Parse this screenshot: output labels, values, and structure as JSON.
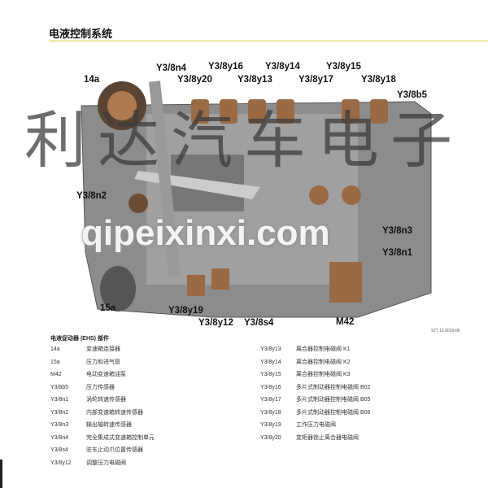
{
  "header": {
    "title": "电液控制系统"
  },
  "figure": {
    "labels": {
      "l14a": "14a",
      "y3n4": "Y3/8n4",
      "y20": "Y3/8y20",
      "y16": "Y3/8y16",
      "y13": "Y3/8y13",
      "y14": "Y3/8y14",
      "y17": "Y3/8y17",
      "y15": "Y3/8y15",
      "y18": "Y3/8y18",
      "b5": "Y3/8b5",
      "n2": "Y3/8n2",
      "n3": "Y3/8n3",
      "n1": "Y3/8n1",
      "l15a": "15a",
      "y19": "Y3/8y19",
      "y12": "Y3/8y12",
      "s4": "Y3/8s4",
      "m42": "M42"
    },
    "ref_code": "S77.11-2010-06"
  },
  "watermarks": {
    "cn": "利达汽车电子",
    "url": "qipeixinxi.com"
  },
  "legend": {
    "heading": "电液促动器 (EHS) 部件",
    "left": [
      {
        "code": "14a",
        "desc": "变速箱连接器"
      },
      {
        "code": "15a",
        "desc": "压力和进气管"
      },
      {
        "code": "M42",
        "desc": "电动变速箱油泵"
      },
      {
        "code": "Y3/8b5",
        "desc": "压力传感器"
      },
      {
        "code": "Y3/8n1",
        "desc": "涡轮转速传感器"
      },
      {
        "code": "Y3/8n2",
        "desc": "内部变速箱转速传感器"
      },
      {
        "code": "Y3/8n3",
        "desc": "输出轴转速传感器"
      },
      {
        "code": "Y3/8n4",
        "desc": "完全集成式变速箱控制单元"
      },
      {
        "code": "Y3/8s4",
        "desc": "驻车止动爪位置传感器"
      },
      {
        "code": "Y3/8y12",
        "desc": "调整压力电磁阀"
      }
    ],
    "right": [
      {
        "code": "Y3/8y13",
        "desc": "离合器控制电磁阀 K1"
      },
      {
        "code": "Y3/8y14",
        "desc": "离合器控制电磁阀 K2"
      },
      {
        "code": "Y3/8y15",
        "desc": "离合器控制电磁阀 K3"
      },
      {
        "code": "Y3/8y16",
        "desc": "多片式制动器控制电磁阀 B02"
      },
      {
        "code": "Y3/8y17",
        "desc": "多片式制动器控制电磁阀 B05"
      },
      {
        "code": "Y3/8y18",
        "desc": "多片式制动器控制电磁阀 B06"
      },
      {
        "code": "Y3/8y19",
        "desc": "工作压力电磁阀"
      },
      {
        "code": "Y3/8y20",
        "desc": "变矩器锁止离合器电磁阀"
      }
    ]
  }
}
